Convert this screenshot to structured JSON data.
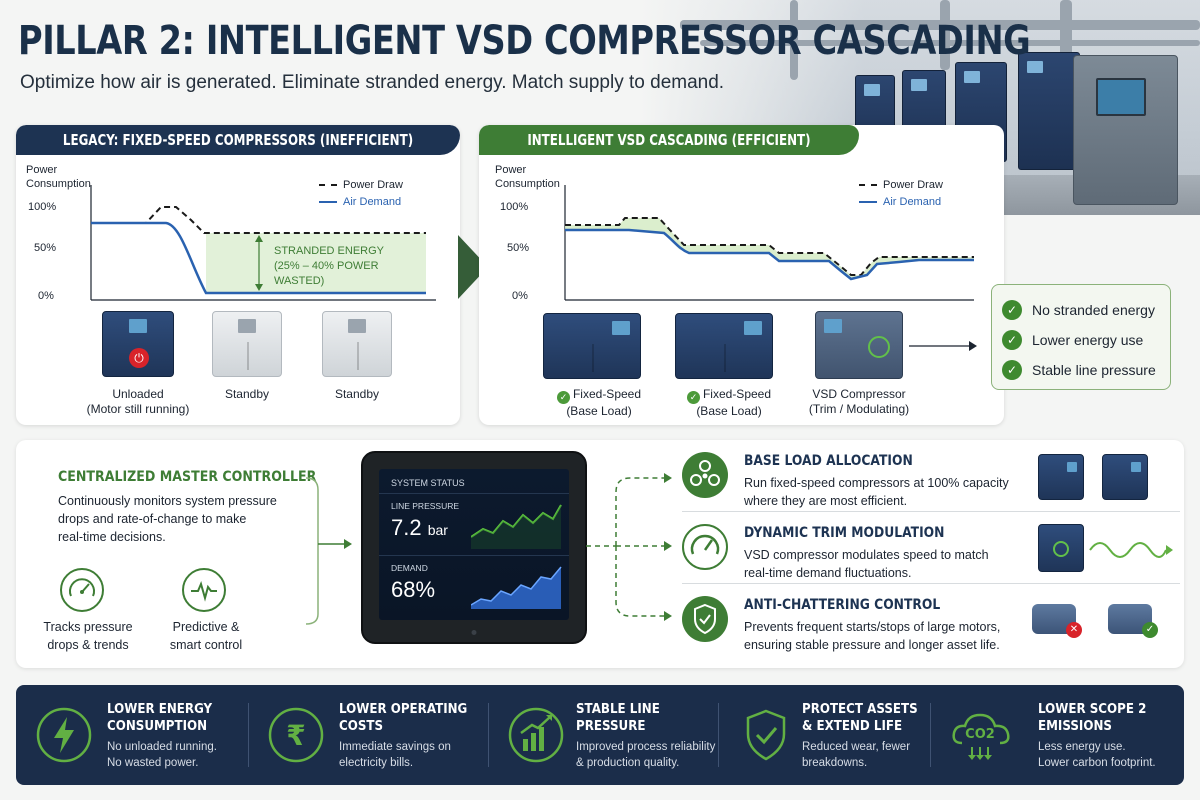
{
  "header": {
    "title": "PILLAR 2: INTELLIGENT VSD COMPRESSOR CASCADING",
    "subtitle": "Optimize how air is generated. Eliminate stranded energy. Match supply to demand."
  },
  "legacy_panel": {
    "header": "LEGACY: FIXED-SPEED COMPRESSORS (INEFFICIENT)",
    "y_axis_label_line1": "Power",
    "y_axis_label_line2": "Consumption",
    "ticks": [
      "100%",
      "50%",
      "0%"
    ],
    "legend": {
      "power_draw": "Power Draw",
      "air_demand": "Air Demand"
    },
    "annotation_line1": "STRANDED ENERGY",
    "annotation_line2": "(25% – 40% POWER",
    "annotation_line3": "WASTED)",
    "machines": [
      {
        "label_line1": "Unloaded",
        "label_line2": "(Motor still running)"
      },
      {
        "label_line1": "Standby",
        "label_line2": ""
      },
      {
        "label_line1": "Standby",
        "label_line2": ""
      }
    ]
  },
  "vsd_panel": {
    "header": "INTELLIGENT VSD CASCADING (EFFICIENT)",
    "y_axis_label_line1": "Power",
    "y_axis_label_line2": "Consumption",
    "ticks": [
      "100%",
      "50%",
      "0%"
    ],
    "legend": {
      "power_draw": "Power Draw",
      "air_demand": "Air Demand"
    },
    "machines": [
      {
        "label_line1": "Fixed-Speed",
        "label_line2": "(Base Load)"
      },
      {
        "label_line1": "Fixed-Speed",
        "label_line2": "(Base Load)"
      },
      {
        "label_line1": "VSD Compressor",
        "label_line2": "(Trim / Modulating)"
      }
    ]
  },
  "benefits": [
    "No stranded energy",
    "Lower energy use",
    "Stable line pressure"
  ],
  "controller": {
    "title": "CENTRALIZED MASTER CONTROLLER",
    "desc_line1": "Continuously monitors system pressure",
    "desc_line2": "drops and rate-of-change to make",
    "desc_line3": "real-time decisions.",
    "features": [
      {
        "line1": "Tracks pressure",
        "line2": "drops & trends"
      },
      {
        "line1": "Predictive &",
        "line2": "smart control"
      }
    ]
  },
  "tablet": {
    "header": "SYSTEM STATUS",
    "line_pressure_label": "LINE PRESSURE",
    "line_pressure_value": "7.2",
    "line_pressure_unit": "bar",
    "demand_label": "DEMAND",
    "demand_value": "68%"
  },
  "strategies": [
    {
      "title": "BASE LOAD ALLOCATION",
      "line1": "Run fixed-speed compressors at 100% capacity",
      "line2": "where they are most efficient."
    },
    {
      "title": "DYNAMIC TRIM MODULATION",
      "line1": "VSD compressor modulates speed to match",
      "line2": "real-time demand fluctuations."
    },
    {
      "title": "ANTI-CHATTERING CONTROL",
      "line1": "Prevents frequent starts/stops of large motors,",
      "line2": "ensuring stable pressure and longer asset life."
    }
  ],
  "outcomes": [
    {
      "title_line1": "LOWER ENERGY",
      "title_line2": "CONSUMPTION",
      "body_line1": "No unloaded running.",
      "body_line2": "No wasted power.",
      "icon": "lightning-icon"
    },
    {
      "title_line1": "LOWER OPERATING",
      "title_line2": "COSTS",
      "body_line1": "Immediate savings on",
      "body_line2": "electricity bills.",
      "icon": "rupee-icon"
    },
    {
      "title_line1": "STABLE LINE",
      "title_line2": "PRESSURE",
      "body_line1": "Improved process reliability",
      "body_line2": "& production quality.",
      "icon": "bar-chart-icon"
    },
    {
      "title_line1": "PROTECT ASSETS",
      "title_line2": "& EXTEND LIFE",
      "body_line1": "Reduced wear, fewer",
      "body_line2": "breakdowns.",
      "icon": "shield-check-icon"
    },
    {
      "title_line1": "LOWER SCOPE 2",
      "title_line2": "EMISSIONS",
      "body_line1": "Less energy use.",
      "body_line2": "Lower carbon footprint.",
      "icon": "co2-cloud-icon"
    }
  ],
  "colors": {
    "navy": "#1d3352",
    "green": "#3e7d35",
    "blue_line": "#2a62b0",
    "band": "#1b2d4a"
  }
}
